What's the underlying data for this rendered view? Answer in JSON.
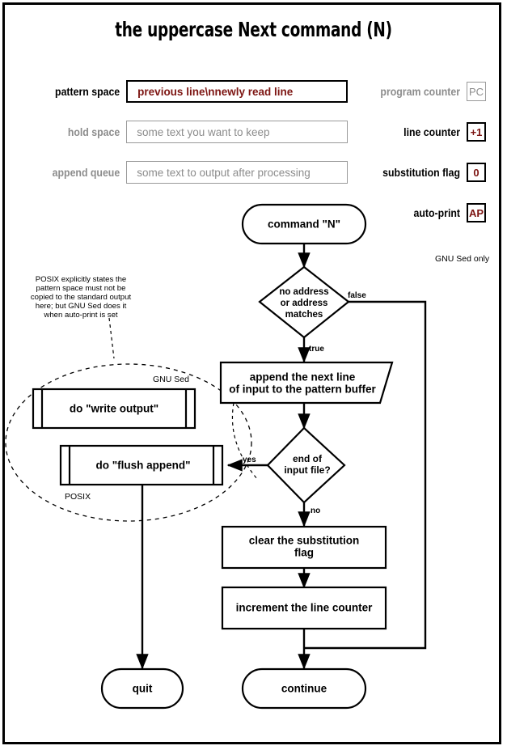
{
  "page": {
    "title": "the uppercase Next command (N)"
  },
  "registers": {
    "pattern_space": {
      "label": "pattern space",
      "value": "previous line\\nnewly read line",
      "state": "active"
    },
    "hold_space": {
      "label": "hold space",
      "value": "some text you want to keep",
      "state": "inactive"
    },
    "append_queue": {
      "label": "append queue",
      "value": "some text to output after processing",
      "state": "inactive"
    },
    "program_counter": {
      "label": "program counter",
      "value": "PC",
      "state": "inactive"
    },
    "line_counter": {
      "label": "line counter",
      "value": "+1",
      "state": "active"
    },
    "substitution_flag": {
      "label": "substitution flag",
      "value": "0",
      "state": "active"
    },
    "auto_print": {
      "label": "auto-print",
      "value": "AP",
      "state": "active",
      "note": "GNU Sed only"
    }
  },
  "colors": {
    "accent_red": "#7d1512",
    "dim_gray": "#8c8c8c",
    "ink": "#000000",
    "paper": "#ffffff"
  },
  "flow": {
    "nodes": {
      "start": {
        "label": "command \"N\"",
        "shape": "terminator"
      },
      "address_check": {
        "label_lines": [
          "no address",
          "or address",
          "matches"
        ],
        "shape": "decision"
      },
      "append_next_line": {
        "label_lines": [
          "append the next line",
          "of input to the pattern buffer"
        ],
        "shape": "io-parallelogram"
      },
      "eof_check": {
        "label_lines": [
          "end of",
          "input file?"
        ],
        "shape": "decision"
      },
      "write_output": {
        "label": "do \"write output\"",
        "shape": "predefined-process",
        "tag": "GNU Sed"
      },
      "flush_append": {
        "label": "do \"flush append\"",
        "shape": "predefined-process",
        "tag": "POSIX"
      },
      "clear_flag": {
        "label_lines": [
          "clear the substitution",
          "flag"
        ],
        "shape": "process"
      },
      "increment_counter": {
        "label": "increment the line counter",
        "shape": "process"
      },
      "quit": {
        "label": "quit",
        "shape": "terminator"
      },
      "continue": {
        "label": "continue",
        "shape": "terminator"
      }
    },
    "edge_labels": {
      "address_false": "false",
      "address_true": "true",
      "eof_yes": "yes",
      "eof_no": "no"
    },
    "annotation": {
      "posix_note_lines": [
        "POSIX explicitly states the",
        "pattern space must not be",
        "copied to the standard output",
        "here; but GNU Sed does it",
        "when auto-print is set"
      ]
    }
  }
}
